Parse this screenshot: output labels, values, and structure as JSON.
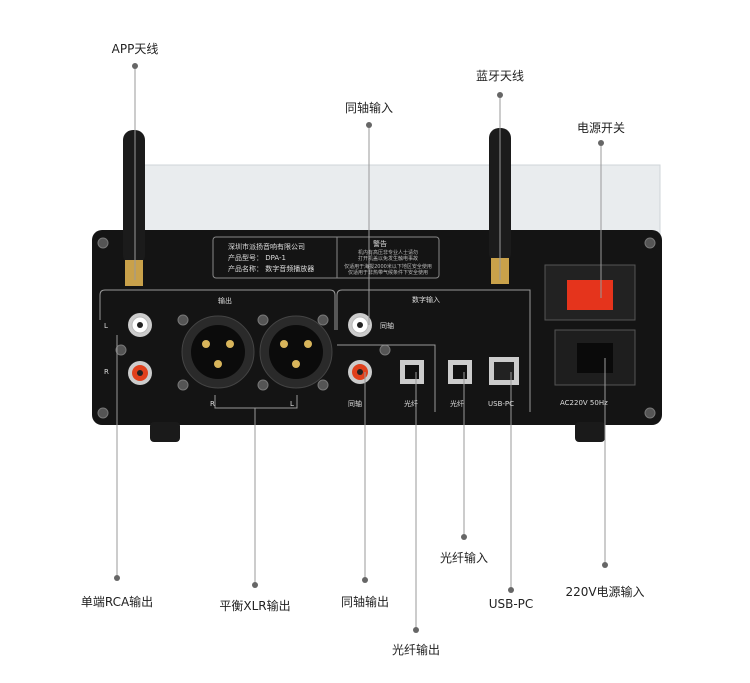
{
  "callouts": {
    "app_antenna": "APP天线",
    "bt_antenna": "蓝牙天线",
    "coax_in": "同轴输入",
    "power_switch": "电源开关",
    "rca_out": "单端RCA输出",
    "xlr_out": "平衡XLR输出",
    "coax_out": "同轴输出",
    "optical_out": "光纤输出",
    "optical_in": "光纤输入",
    "usb_pc": "USB-PC",
    "ac_in": "220V电源输入"
  },
  "panel": {
    "company": "深圳市派扬音响有限公司",
    "model": "产品型号： DPA-1",
    "name": "产品名称： 数字音频播放器",
    "warning_title": "警告",
    "warning_lines": [
      "机内有高压非专业人士请勿",
      "打开机盖以免发生触电事故",
      "仅适用于海拔2000米以下地区安全使用",
      "仅适用于非热带气候条件下安全使用"
    ],
    "output_label": "输出",
    "digital_in_label": "数字输入",
    "l": "L",
    "r": "R",
    "coax_in": "同轴",
    "coax_out": "同轴",
    "optical_out": "光纤",
    "optical_in": "光纤",
    "usb": "USB-PC",
    "ac": "AC220V 50Hz"
  }
}
